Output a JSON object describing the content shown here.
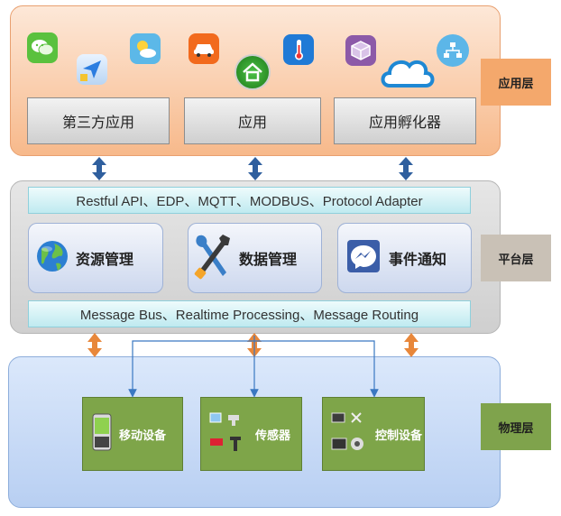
{
  "layers": {
    "app": {
      "tag": "应用层",
      "boxes": [
        "第三方应用",
        "应用",
        "应用孵化器"
      ],
      "icons": [
        "wechat-icon",
        "map-navigation-icon",
        "weather-icon",
        "car-icon",
        "home-icon",
        "thermometer-icon",
        "cube-icon",
        "cloud-icon",
        "network-icon"
      ]
    },
    "platform": {
      "tag": "平台层",
      "protocol_bar": "Restful API、EDP、MQTT、MODBUS、Protocol Adapter",
      "modules": [
        {
          "label": "资源管理",
          "icon": "globe-icon"
        },
        {
          "label": "数据管理",
          "icon": "tools-icon"
        },
        {
          "label": "事件通知",
          "icon": "messenger-icon"
        }
      ],
      "message_bar": "Message Bus、Realtime Processing、Message Routing"
    },
    "physical": {
      "tag": "物理层",
      "devices": [
        {
          "label": "移动设备",
          "icon": "mobile-device-icon"
        },
        {
          "label": "传感器",
          "icon": "sensor-icon"
        },
        {
          "label": "控制设备",
          "icon": "control-device-icon"
        }
      ]
    }
  },
  "colors": {
    "app_layer": "#f7b98b",
    "platform_layer": "#cfcfcf",
    "physical_layer": "#b8cff2",
    "blue_arrow": "#2f5f9e",
    "orange_arrow": "#e8873a",
    "device_box": "#7ea549"
  }
}
